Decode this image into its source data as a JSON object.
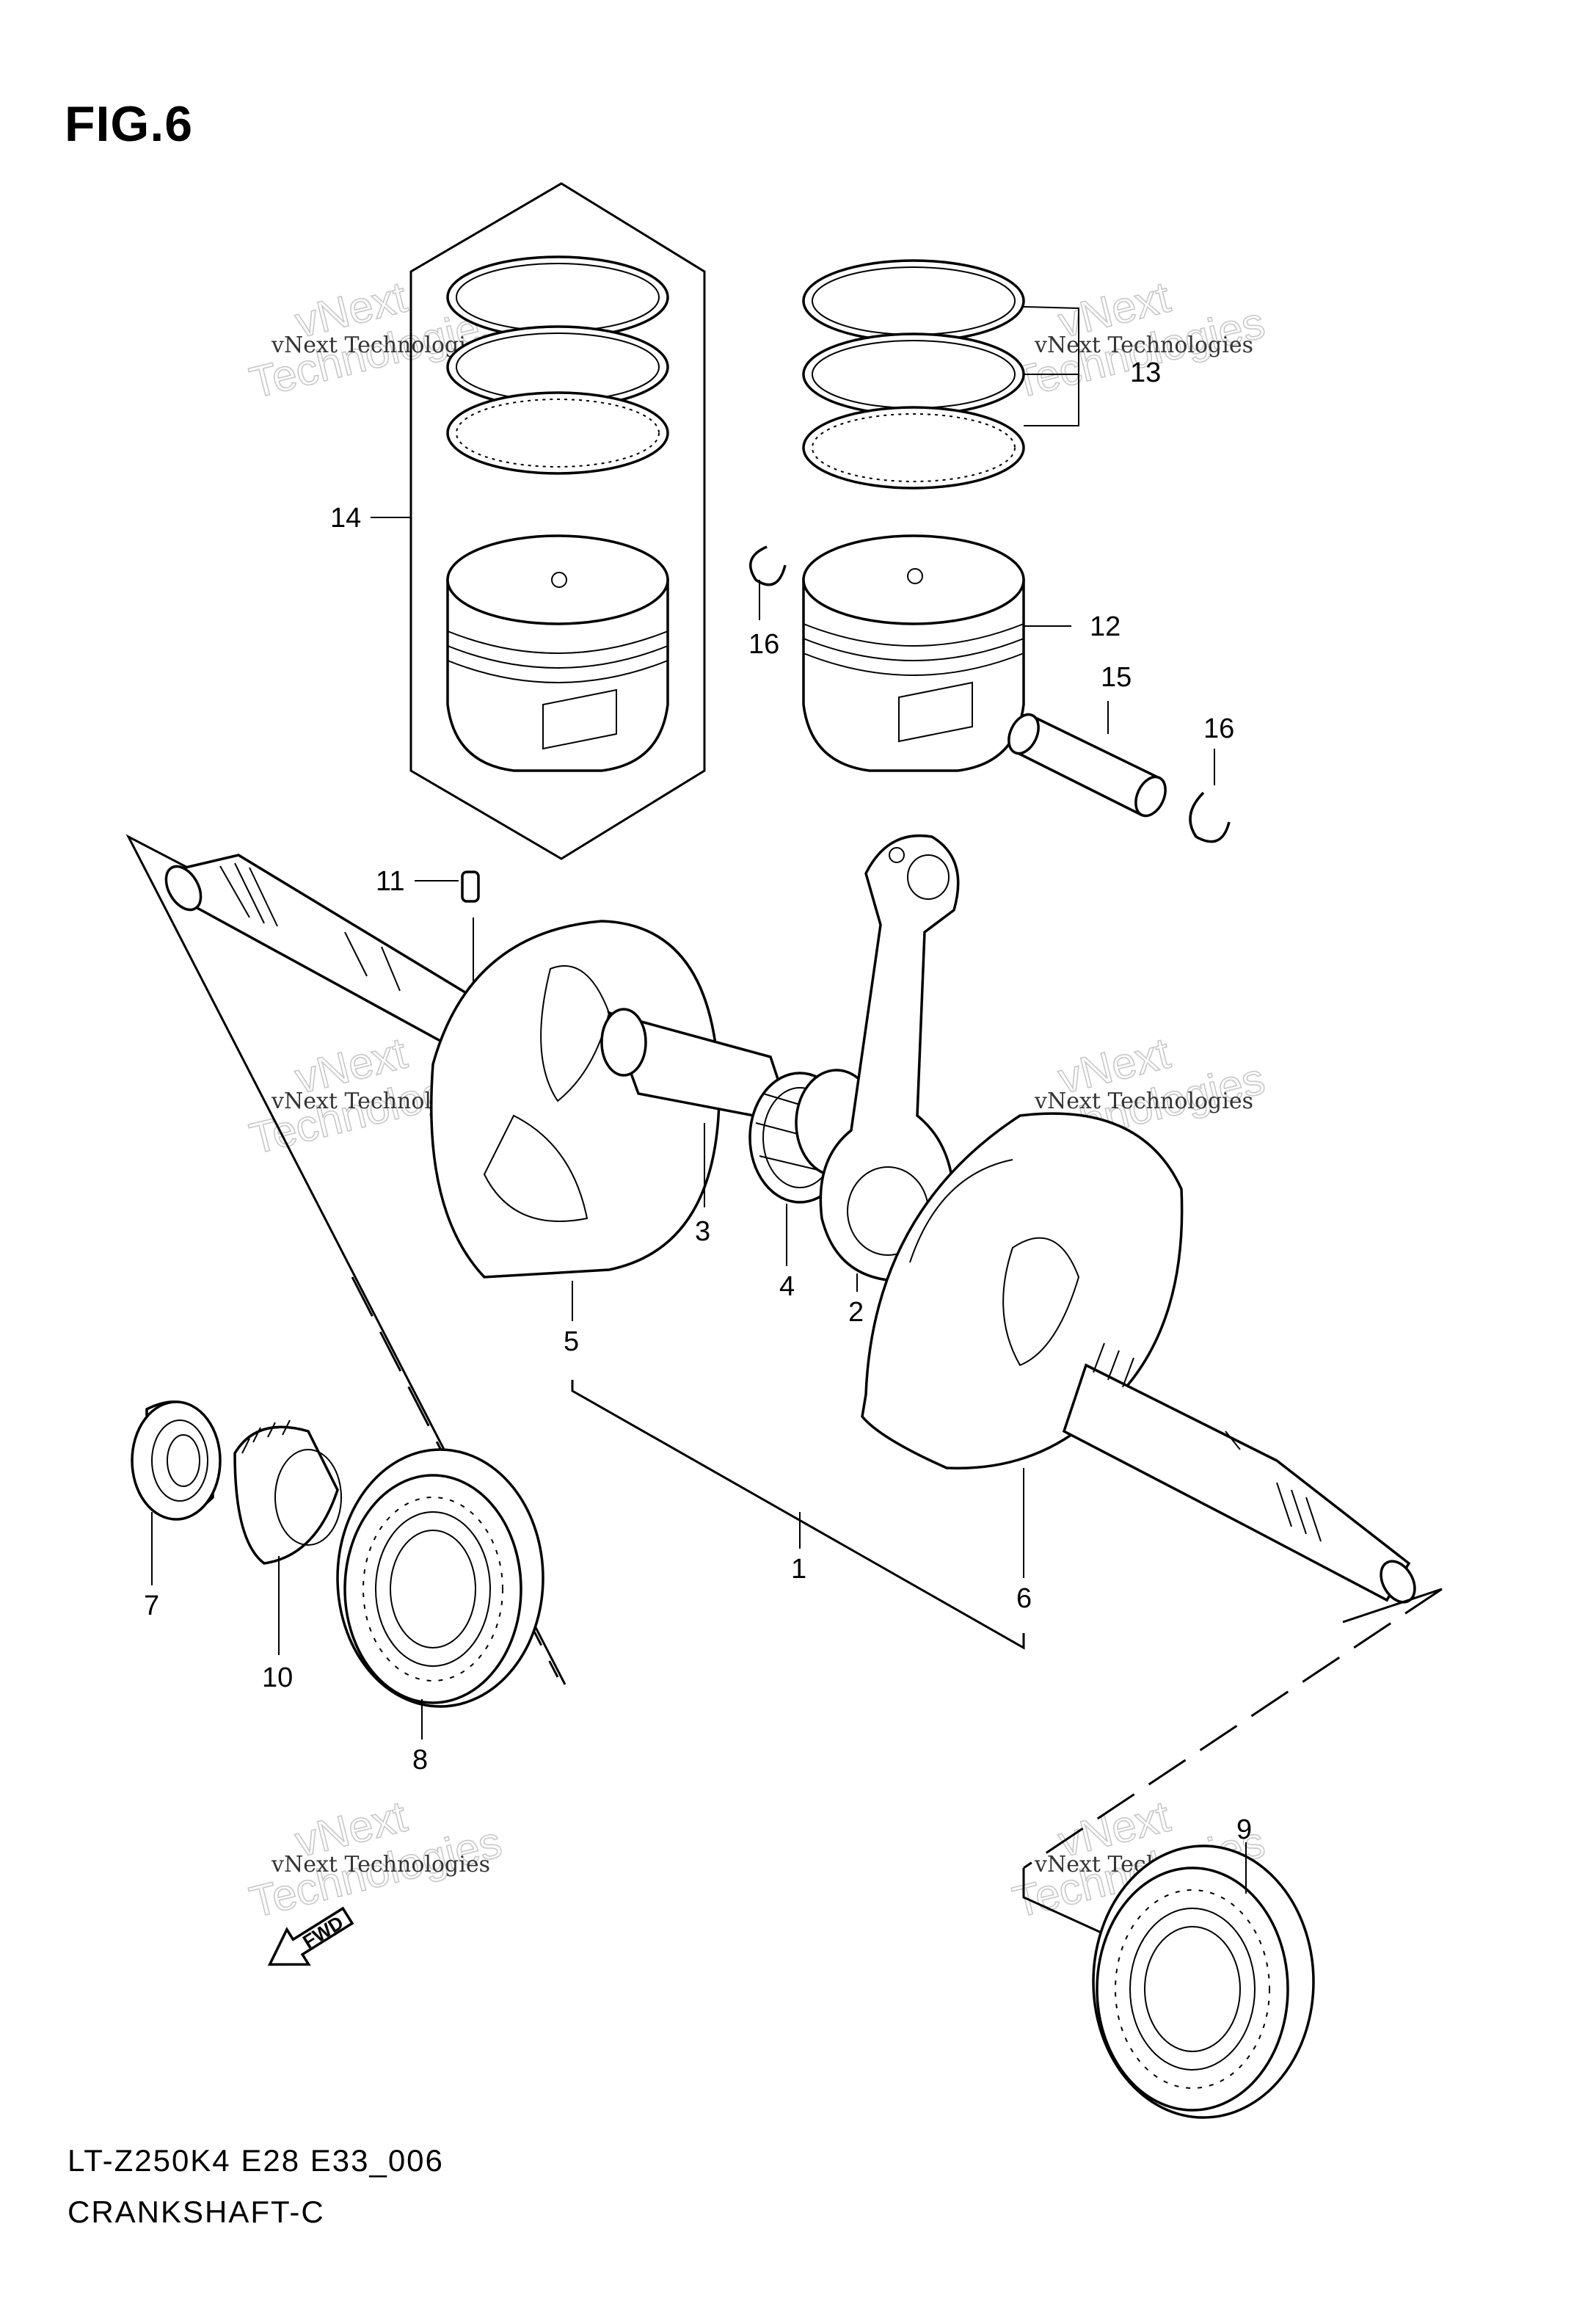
{
  "figure": {
    "title": "FIG.6",
    "model_code": "LT-Z250K4 E28 E33_006",
    "diagram_name": "CRANKSHAFT-C"
  },
  "callouts": {
    "p1": "1",
    "p2": "2",
    "p3": "3",
    "p4": "4",
    "p5": "5",
    "p6": "6",
    "p7": "7",
    "p8": "8",
    "p9": "9",
    "p10": "10",
    "p11": "11",
    "p12": "12",
    "p13": "13",
    "p14": "14",
    "p15": "15",
    "p16a": "16",
    "p16b": "16"
  },
  "fwd_label": "FWD",
  "watermark": {
    "small": "vNext Technologies",
    "big_line1": "vNext",
    "big_line2": "Technologies"
  },
  "colors": {
    "line": "#000000",
    "background": "#ffffff",
    "watermark": "#c8c8c8"
  }
}
